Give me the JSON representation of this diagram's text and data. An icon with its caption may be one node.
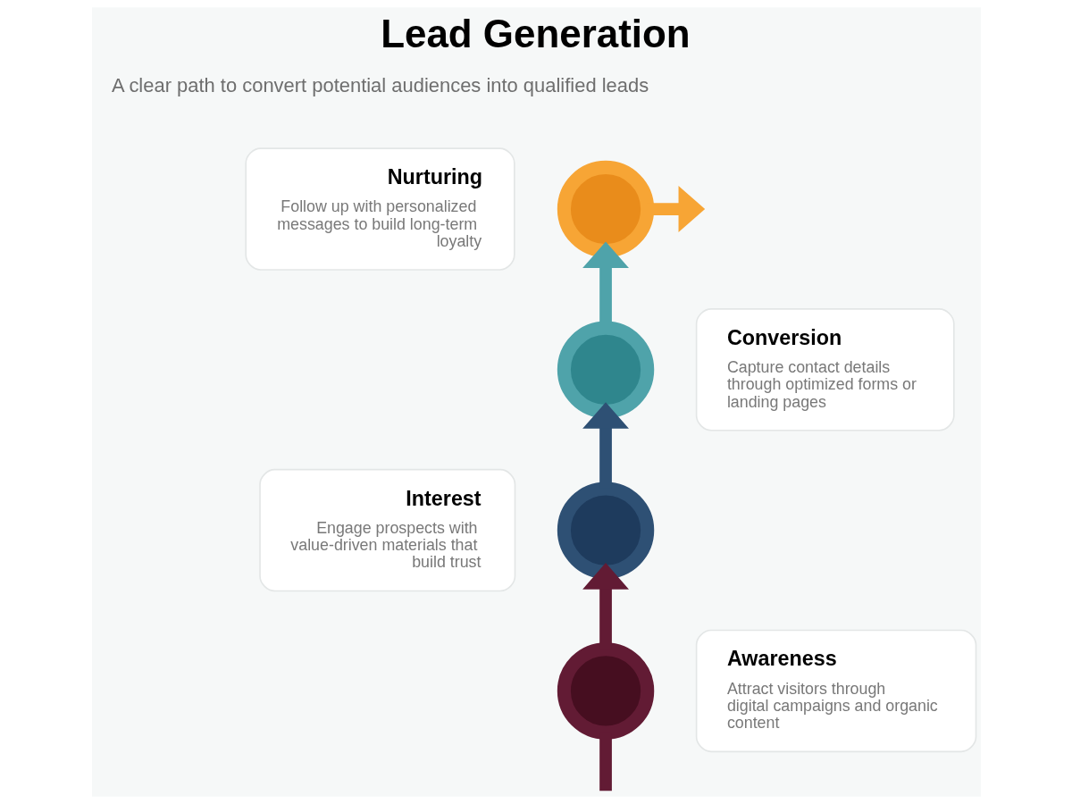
{
  "diagram": {
    "title": "Lead Generation",
    "nodes": [
      {
        "text": [
          "Nurturing",
          "Follow up with personalized messages to build long-term loyalty"
        ]
      },
      {
        "text": [],
        "shape": "circle"
      },
      {
        "text": [],
        "shape": "circle"
      },
      {
        "text": [
          "Conversion",
          "Capture contact details through optimized forms or landing pages"
        ]
      },
      {
        "text": [
          "Interest",
          "Engage prospects with value-driven materials that build trust"
        ]
      },
      {
        "text": [],
        "shape": "circle"
      },
      {
        "text": [],
        "shape": "circle"
      },
      {
        "text": [
          "Awareness",
          "Attract visitors through digital campaigns and organic content"
        ]
      }
    ],
    "edges": [
      {
        "from": null,
        "to": 6,
        "arrow": "none",
        "color": "#621b34"
      },
      {
        "from": 6,
        "to": 5,
        "arrow": "to",
        "color": "#621b34"
      },
      {
        "from": 5,
        "to": 2,
        "arrow": "to",
        "color": "#2e5074"
      },
      {
        "from": 2,
        "to": 1,
        "arrow": "to",
        "color": "#4fa3aa"
      },
      {
        "from": 1,
        "to": null,
        "arrow": "to",
        "color": "#f7a535"
      }
    ],
    "labels": [
      "A clear path to convert potential audiences into qualified leads"
    ]
  }
}
